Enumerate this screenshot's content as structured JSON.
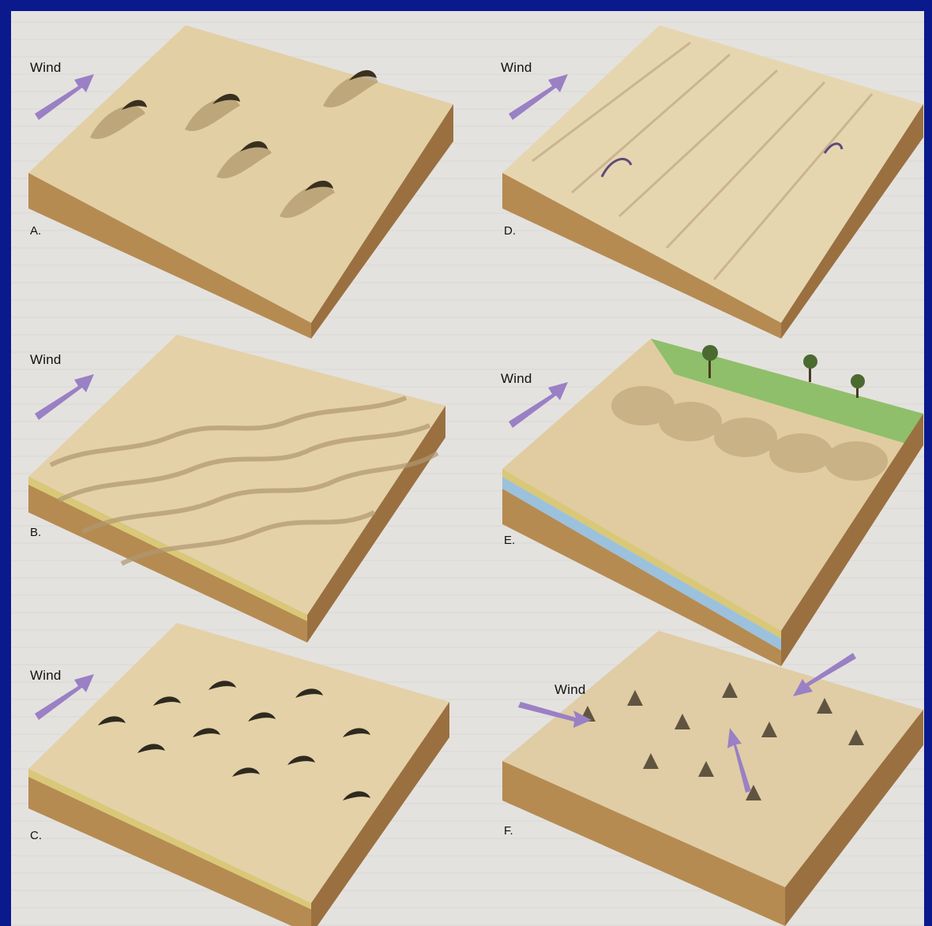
{
  "figure": {
    "wind_label": "Wind",
    "colors": {
      "sand_top": "#e2cfa4",
      "sand_shadow": "#b79e72",
      "soil_side": "#b58b52",
      "soil_dark": "#8e683a",
      "yellow_layer": "#d9c878",
      "water": "#9cc1dc",
      "vegetation": "#8fbf6a",
      "arrow": "#9a80c4",
      "frame": "#0a1a8c"
    },
    "panels": [
      {
        "id": "A",
        "label": "A."
      },
      {
        "id": "B",
        "label": "B."
      },
      {
        "id": "C",
        "label": "C."
      },
      {
        "id": "D",
        "label": "D."
      },
      {
        "id": "E",
        "label": "E."
      },
      {
        "id": "F",
        "label": "F."
      }
    ]
  }
}
